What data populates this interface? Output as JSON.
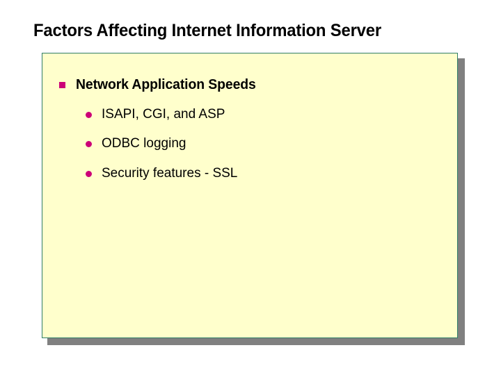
{
  "slide": {
    "title": "Factors Affecting Internet Information Server",
    "background_color": "#ffffff",
    "content_box": {
      "fill_color": "#ffffcc",
      "border_color": "#2e7d68",
      "shadow_color": "#808080"
    },
    "bullet_color": "#cc0077",
    "text_color": "#000000",
    "bullets": [
      {
        "level": 1,
        "marker": "square-bullet-icon",
        "text": "Network Application Speeds"
      },
      {
        "level": 2,
        "marker": "round-bullet-icon",
        "text": "ISAPI, CGI, and ASP"
      },
      {
        "level": 2,
        "marker": "round-bullet-icon",
        "text": "ODBC logging"
      },
      {
        "level": 2,
        "marker": "round-bullet-icon",
        "text": "Security features - SSL"
      }
    ]
  }
}
